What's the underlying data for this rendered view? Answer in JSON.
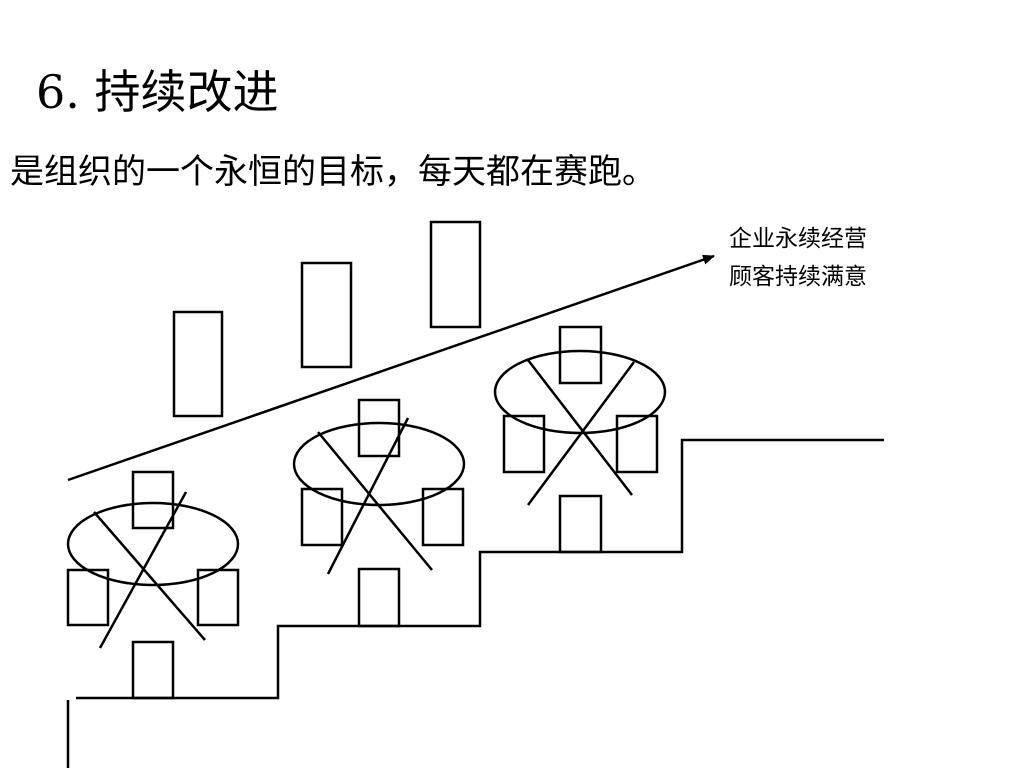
{
  "slide": {
    "title": "6. 持续改进",
    "subtitle": "是组织的一个永恒的目标，每天都在赛跑。"
  },
  "diagram": {
    "goal_lines": [
      "企业永续经营",
      "顾客持续满意"
    ],
    "stroke_color": "#000000",
    "background_color": "#ffffff"
  }
}
